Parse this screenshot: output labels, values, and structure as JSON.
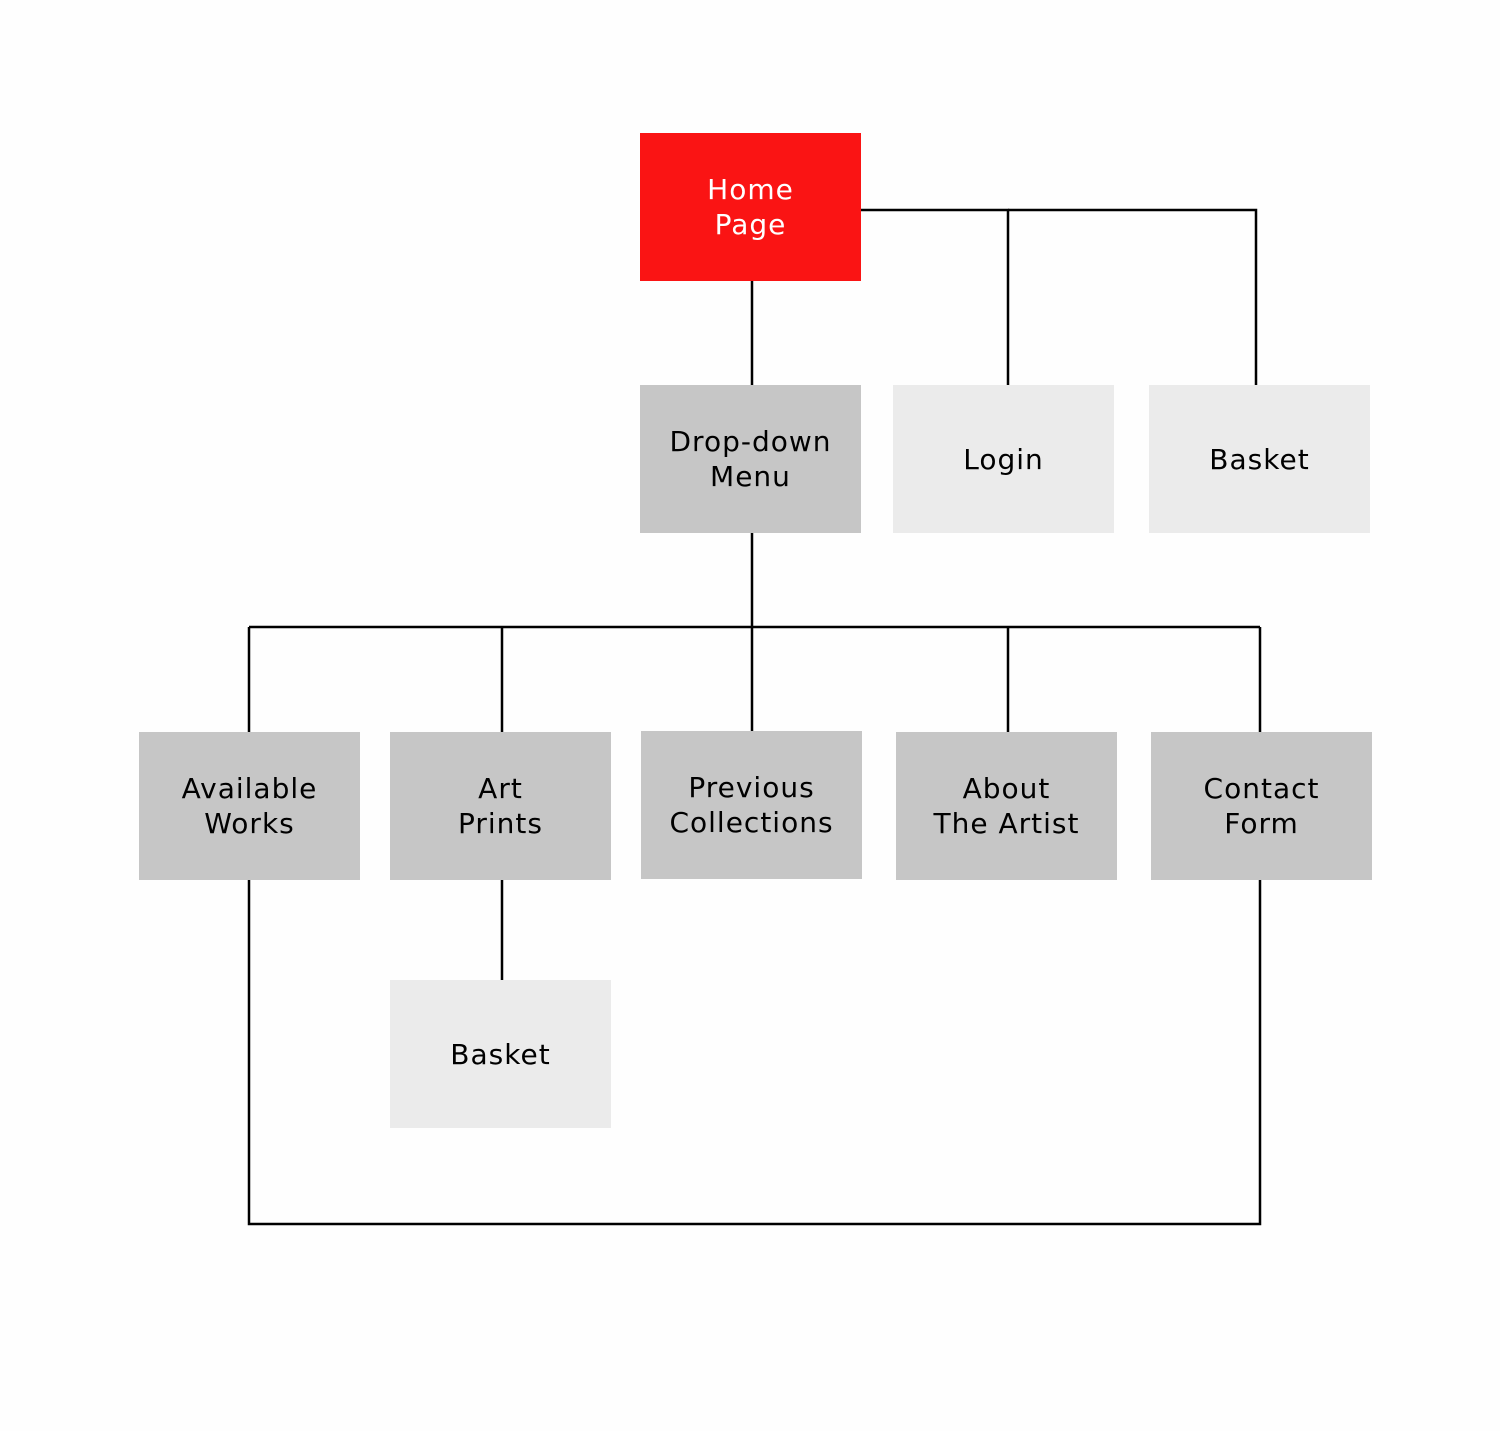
{
  "colors": {
    "primary": "#fa1414",
    "secondary": "#c6c6c6",
    "tertiary": "#ebebeb",
    "connector": "#000000"
  },
  "nodes": {
    "home": {
      "label": "Home\nPage",
      "style": "primary"
    },
    "dropdown": {
      "label": "Drop-down\nMenu",
      "style": "secondary"
    },
    "login": {
      "label": "Login",
      "style": "tertiary"
    },
    "basket_top": {
      "label": "Basket",
      "style": "tertiary"
    },
    "available_works": {
      "label": "Available\nWorks",
      "style": "secondary"
    },
    "art_prints": {
      "label": "Art\nPrints",
      "style": "secondary"
    },
    "previous_collections": {
      "label": "Previous\nCollections",
      "style": "secondary"
    },
    "about_the_artist": {
      "label": "About\nThe Artist",
      "style": "secondary"
    },
    "contact_form": {
      "label": "Contact\nForm",
      "style": "secondary"
    },
    "basket_bottom": {
      "label": "Basket",
      "style": "tertiary"
    }
  },
  "edges": [
    {
      "from": "home",
      "to": "dropdown"
    },
    {
      "from": "home",
      "to": "login"
    },
    {
      "from": "home",
      "to": "basket_top"
    },
    {
      "from": "dropdown",
      "to": "available_works"
    },
    {
      "from": "dropdown",
      "to": "art_prints"
    },
    {
      "from": "dropdown",
      "to": "previous_collections"
    },
    {
      "from": "dropdown",
      "to": "about_the_artist"
    },
    {
      "from": "dropdown",
      "to": "contact_form"
    },
    {
      "from": "art_prints",
      "to": "basket_bottom"
    },
    {
      "from": "available_works",
      "to": "contact_form"
    }
  ]
}
